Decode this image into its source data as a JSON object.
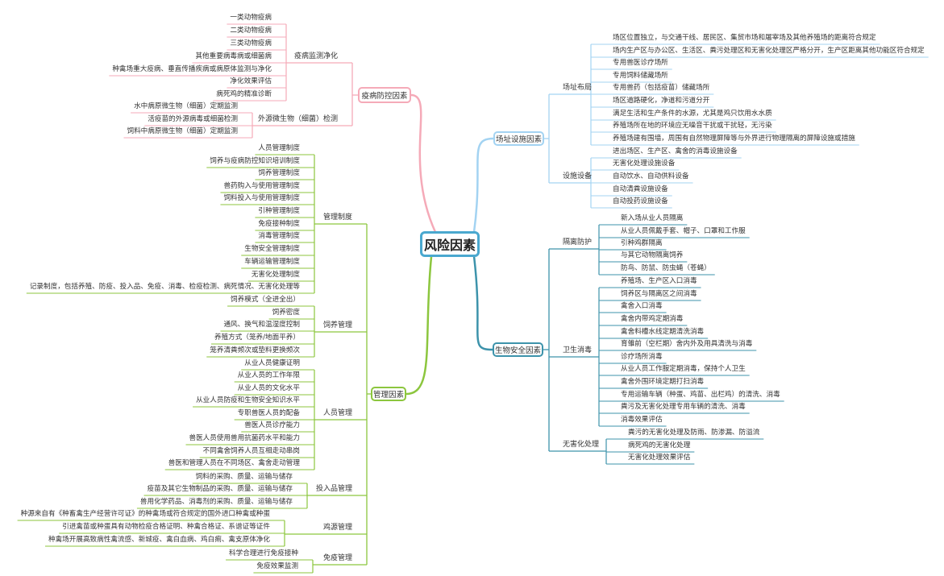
{
  "root": "风险因素",
  "branches": [
    {
      "label": "疫病防控因素",
      "color": "#f5aab8",
      "subs": [
        {
          "label": "疫病监测净化",
          "leaves": [
            "一类动物疫病",
            "二类动物疫病",
            "三类动物疫病",
            "其他重要病毒病或细菌病",
            "种禽场重大疫病、垂直传播疾病或病原体监测与净化",
            "净化效果评估",
            "病死鸡的精准诊断"
          ]
        },
        {
          "label": "外源微生物（细菌）检测",
          "leaves": [
            "水中病原微生物（细菌）定期监测",
            "活疫苗的外源病毒或细菌检测",
            "饲料中病原微生物（细菌）定期监测"
          ]
        }
      ]
    },
    {
      "label": "管理因素",
      "color": "#8cc63e",
      "subs": [
        {
          "label": "管理制度",
          "leaves": [
            "人员管理制度",
            "饲养与疫病防控知识培训制度",
            "饲养管理制度",
            "兽药购入与使用管理制度",
            "饲料投入与使用管理制度",
            "引种管理制度",
            "免疫接种制度",
            "消毒管理制度",
            "生物安全管理制度",
            "车辆运输管理制度",
            "无害化处理制度",
            "记录制度，包括养殖、防疫、投入品、免疫、消毒、检疫检测、病死情况、无害化处理等"
          ]
        },
        {
          "label": "饲养管理",
          "leaves": [
            "饲养模式（全进全出）",
            "饲养密度",
            "通风、换气和温湿度控制",
            "养殖方式（笼养/地面平养）",
            "笼养清粪频次或垫料更换频次"
          ]
        },
        {
          "label": "人员管理",
          "leaves": [
            "从业人员健康证明",
            "从业人员的工作年限",
            "从业人员的文化水平",
            "从业人员防疫和生物安全知识水平",
            "专职兽医人员的配备",
            "兽医人员诊疗能力",
            "兽医人员使用兽用抗菌药水平和能力",
            "不同禽舍饲养人员互相走动串岗",
            "兽医和管理人员在不同场区、禽舍走动管理"
          ]
        },
        {
          "label": "投入品管理",
          "leaves": [
            "饲料的采购、质量、运输与储存",
            "疫苗及其它生物制品的采购、质量、运输与储存",
            "兽用化学药品、消毒剂的采购、质量、运输与储存"
          ]
        },
        {
          "label": "鸡源管理",
          "leaves": [
            "种源来自有《种畜禽生产经营许可证》的种禽场或符合规定的国外进口种禽或种蛋",
            "引进禽苗或种蛋具有动物检疫合格证明、种禽合格证、系谱证等证件",
            "种禽场开展高致病性禽流感、新城疫、禽白血病、鸡白痢、禽支原体净化"
          ]
        },
        {
          "label": "免疫管理",
          "leaves": [
            "科学合理进行免疫接种",
            "免疫效果监测"
          ]
        }
      ]
    },
    {
      "label": "场址设施因素",
      "color": "#a3d3f2",
      "subs": [
        {
          "label": "场址布局",
          "leaves": [
            "场区位置独立，与交通干线、居民区、集贸市场和屠宰场及其他养殖场的距离符合规定",
            "场内生产区与办公区、生活区、粪污处理区和无害化处理区严格分开，生产区距离其他功能区符合规定",
            "专用兽医诊疗场所",
            "专用饲料储藏场所",
            "专用兽药（包括疫苗）储藏场所",
            "场区道路硬化，净道和污道分开",
            "满足生活和生产条件的水源，尤其是鸡只饮用水水质",
            "养殖场所在地的环境应无噪音干扰或干扰轻，无污染",
            "养殖场建有围墙，周围有自然物理屏障等与外界进行物理隔离的屏障设施或措施"
          ]
        },
        {
          "label": "设施设备",
          "leaves": [
            "进出场区、生产区、禽舍的消毒设施设备",
            "无害化处理设施设备",
            "自动饮水、自动供料设备",
            "自动清粪设施设备",
            "自动投药设施设备"
          ]
        }
      ]
    },
    {
      "label": "生物安全因素",
      "color": "#3d93ab",
      "subs": [
        {
          "label": "隔离防护",
          "leaves": [
            "新入场从业人员隔离",
            "从业人员佩戴手套、帽子、口罩和工作服",
            "引种鸡群隔离",
            "与其它动物隔离饲养",
            "防鸟、防鼠、防虫蝇（苍蝇）"
          ]
        },
        {
          "label": "卫生消毒",
          "leaves": [
            "养殖场、生产区入口消毒",
            "饲养区与隔离区之间消毒",
            "禽舍入口消毒",
            "禽舍内带鸡定期消毒",
            "禽舍料槽水线定期清洗消毒",
            "育雏前（空栏期）舍内外及用具清洗与消毒",
            "诊疗场所消毒",
            "从业人员工作服定期消毒，保持个人卫生",
            "禽舍外围环境定期打扫消毒",
            "专用运输车辆（种蛋、鸡苗、出栏鸡）的清洗、消毒",
            "粪污及无害化处理专用车辆的清洗、消毒",
            "消毒效果评估"
          ]
        },
        {
          "label": "无害化处理",
          "leaves": [
            "粪污的无害化处理及防雨、防渗漏、防溢流",
            "病死鸡的无害化处理",
            "无害化处理效果评估"
          ]
        }
      ]
    }
  ]
}
